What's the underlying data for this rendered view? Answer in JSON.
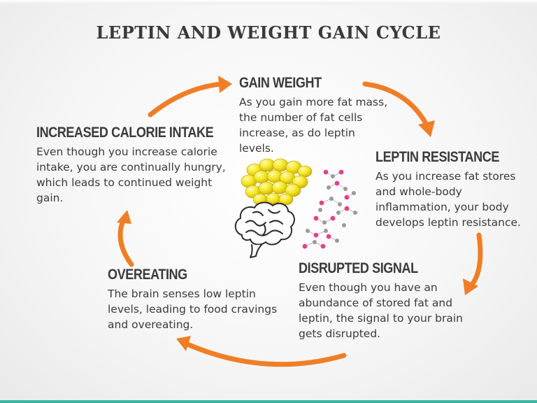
{
  "title": "LEPTIN AND WEIGHT GAIN CYCLE",
  "stages": {
    "gain_weight": {
      "heading": "GAIN WEIGHT",
      "body": "As you gain more fat mass, the number of fat cells increase, as do leptin levels."
    },
    "leptin_resistance": {
      "heading": "LEPTIN RESISTANCE",
      "body": "As you increase fat stores and whole-body inflammation, your body develops leptin resistance."
    },
    "disrupted_signal": {
      "heading": "DISRUPTED SIGNAL",
      "body": "Even though you have an abundance of stored fat and leptin, the signal to your brain gets disrupted."
    },
    "overeating": {
      "heading": "OVEREATING",
      "body": "The brain senses low leptin levels, leading to food cravings and overeating."
    },
    "increased_calorie_intake": {
      "heading": "INCREASED CALORIE INTAKE",
      "body": "Even though you increase calorie intake, you are continually hungry, which leads to continued weight gain."
    }
  },
  "colors": {
    "arrow": "#f07e26",
    "fat_cell": "#f2e21c",
    "molecule_pink": "#e83e8c",
    "molecule_gray": "#9a9a9a",
    "accent_bar": "#39b59e"
  },
  "icons": [
    "brain-icon",
    "fat-cells-icon",
    "leptin-molecules-icon"
  ]
}
